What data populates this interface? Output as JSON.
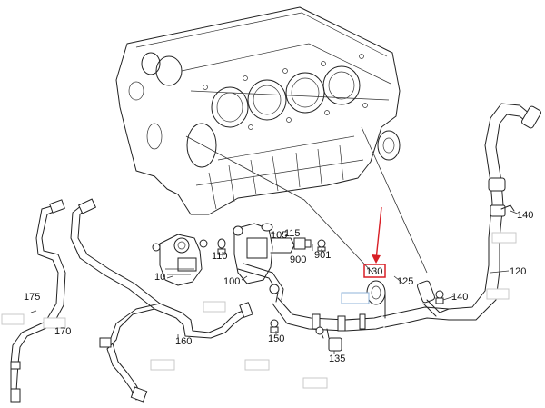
{
  "diagram": {
    "highlight_color": "#d81f26",
    "label_color": "#111111",
    "highlighted_part": "130",
    "callouts": {
      "c10": "10",
      "c100": "100",
      "c105": "105",
      "c110": "110",
      "c115": "115",
      "c120": "120",
      "c125": "125",
      "c130": "130",
      "c135": "135",
      "c140a": "140",
      "c140b": "140",
      "c150": "150",
      "c160": "160",
      "c170": "170",
      "c175": "175",
      "c900": "900",
      "c901": "901"
    }
  }
}
